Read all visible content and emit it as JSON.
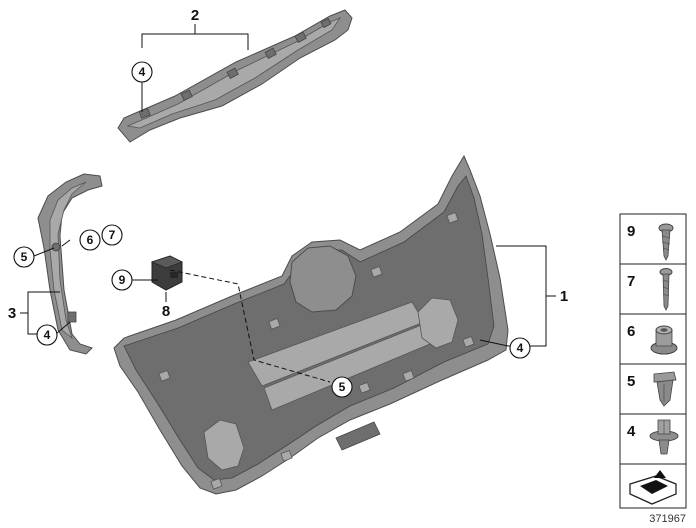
{
  "callouts": {
    "part1": "1",
    "part2": "2",
    "part3": "3",
    "part8": "8"
  },
  "circled": {
    "c4_top": "4",
    "c5_left": "5",
    "c6_left": "6",
    "c7_left": "7",
    "c4_left": "4",
    "c9_mid": "9",
    "c5_mid": "5",
    "c4_right": "4"
  },
  "legend": {
    "items": [
      "9",
      "7",
      "6",
      "5",
      "4"
    ]
  },
  "doc_id": "371967"
}
